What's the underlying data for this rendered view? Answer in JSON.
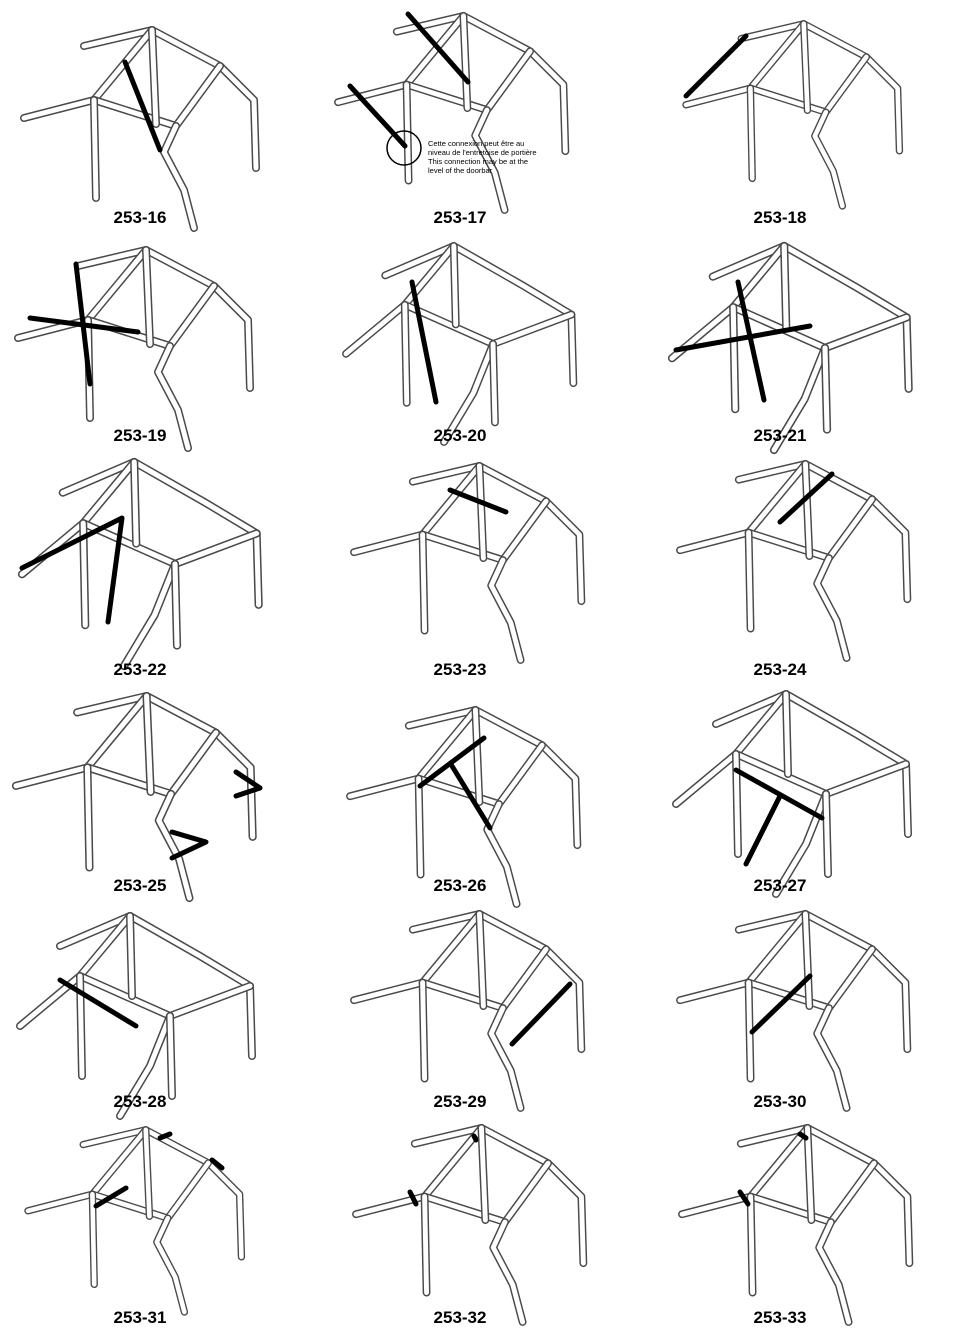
{
  "cells": [
    {
      "id": "cell-253-16",
      "label": "253-16"
    },
    {
      "id": "cell-253-17",
      "label": "253-17",
      "note": [
        "Cette connexion peut être au",
        "niveau de l'entretoise de portière",
        "This connection may be at the",
        "level of the doorbar"
      ]
    },
    {
      "id": "cell-253-18",
      "label": "253-18"
    },
    {
      "id": "cell-253-19",
      "label": "253-19"
    },
    {
      "id": "cell-253-20",
      "label": "253-20"
    },
    {
      "id": "cell-253-21",
      "label": "253-21"
    },
    {
      "id": "cell-253-22",
      "label": "253-22"
    },
    {
      "id": "cell-253-23",
      "label": "253-23"
    },
    {
      "id": "cell-253-24",
      "label": "253-24"
    },
    {
      "id": "cell-253-25",
      "label": "253-25"
    },
    {
      "id": "cell-253-26",
      "label": "253-26"
    },
    {
      "id": "cell-253-27",
      "label": "253-27"
    },
    {
      "id": "cell-253-28",
      "label": "253-28"
    },
    {
      "id": "cell-253-29",
      "label": "253-29"
    },
    {
      "id": "cell-253-30",
      "label": "253-30"
    },
    {
      "id": "cell-253-31",
      "label": "253-31"
    },
    {
      "id": "cell-253-32",
      "label": "253-32"
    },
    {
      "id": "cell-253-33",
      "label": "253-33"
    }
  ],
  "colors": {
    "frame": "#4a4a4a",
    "brace": "#000000",
    "background": "#ffffff"
  }
}
